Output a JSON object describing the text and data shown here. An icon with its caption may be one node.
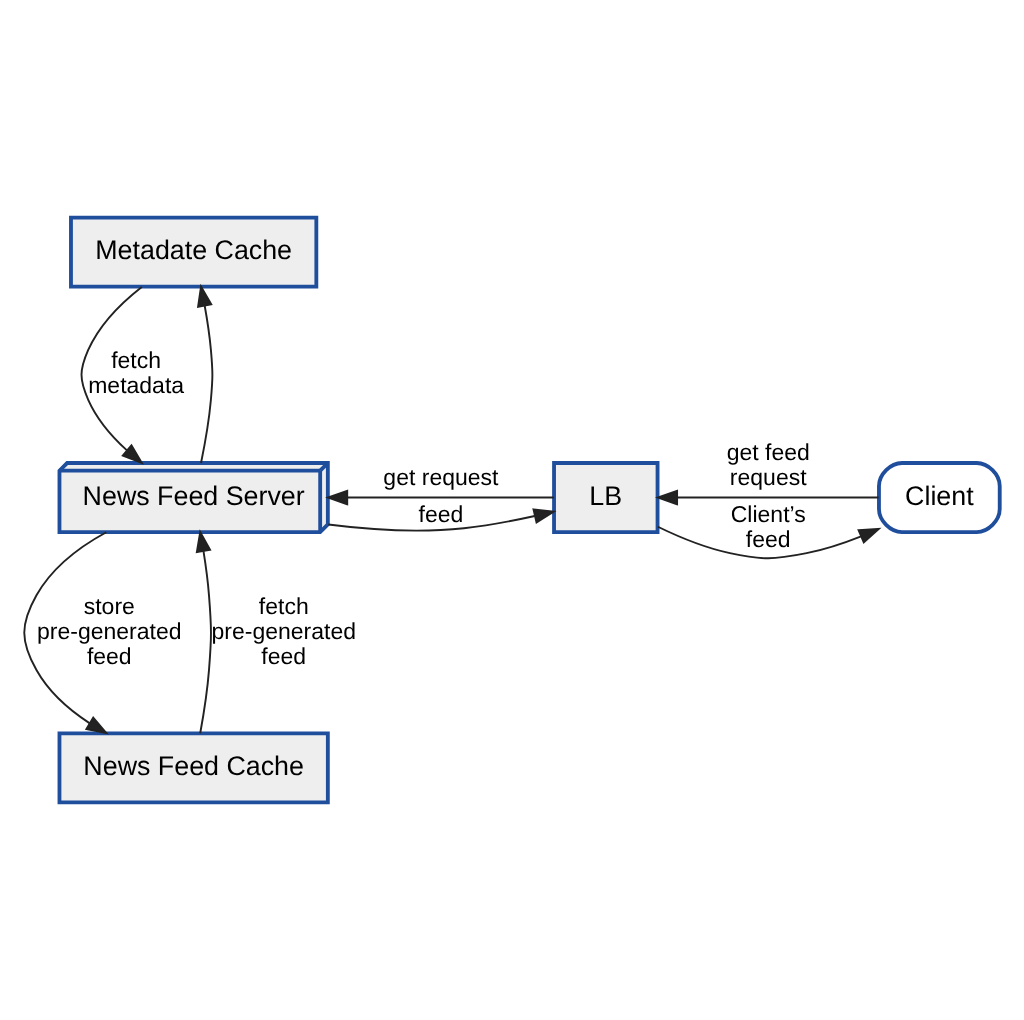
{
  "diagram": {
    "nodes": [
      {
        "text": [
          "Metadate Cache"
        ]
      },
      {
        "text": [
          "Client"
        ]
      },
      {
        "text": [
          "LB"
        ]
      },
      {
        "text": [
          "News Feed Server"
        ]
      },
      {
        "text": [
          "News Feed Cache"
        ]
      }
    ],
    "edges": [
      {
        "from": 1,
        "to": 2,
        "arrow": "to",
        "label": "get feed request"
      },
      {
        "from": 2,
        "to": 1,
        "arrow": "to",
        "label": "Client’s feed"
      },
      {
        "from": 2,
        "to": 3,
        "arrow": "to",
        "label": "get request"
      },
      {
        "from": 3,
        "to": 2,
        "arrow": "to",
        "label": "feed"
      },
      {
        "from": 3,
        "to": 0,
        "arrow": "to"
      },
      {
        "from": 0,
        "to": 3,
        "arrow": "to",
        "label": "fetch metadata"
      },
      {
        "from": 4,
        "to": 3,
        "arrow": "to",
        "label": "fetch pre-generated feed"
      },
      {
        "from": 3,
        "to": 4,
        "arrow": "to",
        "label": "store pre-generated feed"
      }
    ]
  }
}
